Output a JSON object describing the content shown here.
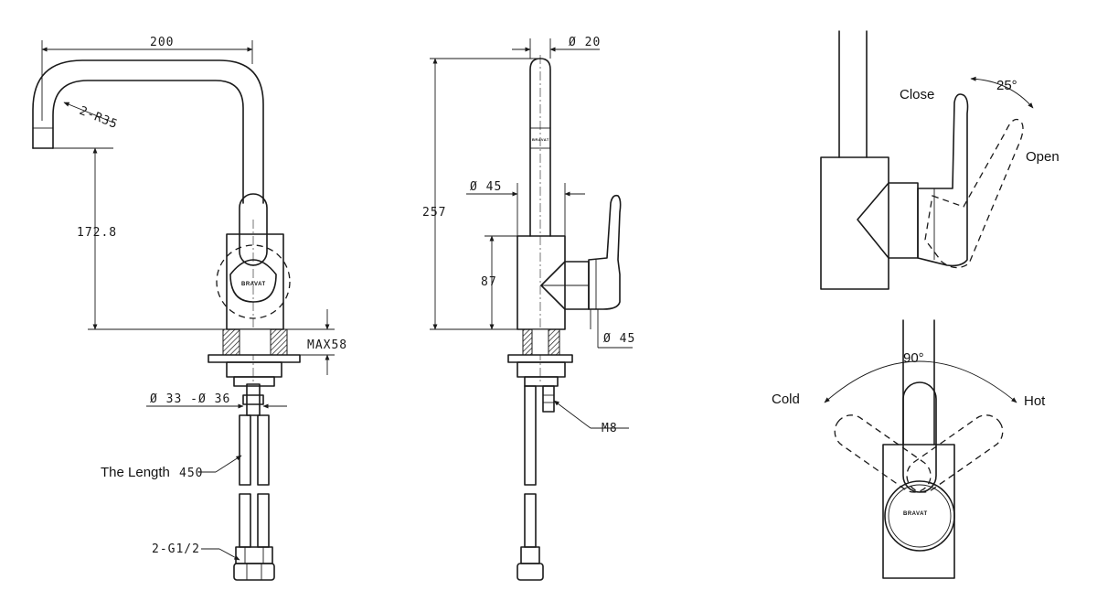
{
  "dimensions": {
    "spout_reach": "200",
    "bend_radius": "2-R35",
    "spout_height": "172.8",
    "deck_thickness": "MAX58",
    "hole_diameter": "Ø 33 -Ø 36",
    "hose_length_label": "The Length",
    "hose_length_value": "450",
    "connector": "2-G1/2",
    "spout_diameter": "Ø 20",
    "body_diameter_top": "Ø 45",
    "total_height": "257",
    "body_height": "87",
    "body_diameter_bottom": "Ø 45",
    "stud_thread": "M8"
  },
  "handle_detail": {
    "close_label": "Close",
    "open_label": "Open",
    "lift_angle": "25°"
  },
  "rotation_detail": {
    "angle": "90°",
    "cold_label": "Cold",
    "hot_label": "Hot"
  },
  "brand": "BRAVAT"
}
